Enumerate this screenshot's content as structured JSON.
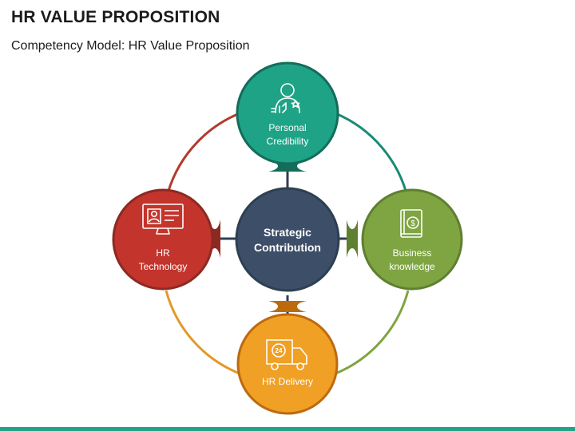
{
  "title": "HR VALUE PROPOSITION",
  "subtitle": "Competency Model: HR Value Proposition",
  "center": {
    "line1": "Strategic",
    "line2": "Contribution",
    "color": "#3d4f68"
  },
  "nodes": {
    "top": {
      "line1": "Personal",
      "line2": "Credibility",
      "color": "#1fa386",
      "icon": "person-thumbs-up-icon"
    },
    "right": {
      "line1": "Business",
      "line2": "knowledge",
      "color": "#7fa542",
      "icon": "book-dollar-icon"
    },
    "bottom": {
      "line1": "HR Delivery",
      "color": "#f0a024",
      "icon": "delivery-truck-24-icon"
    },
    "left": {
      "line1": "HR",
      "line2": "Technology",
      "color": "#c2342c",
      "icon": "computer-profile-icon"
    }
  },
  "accent": "#22a488"
}
